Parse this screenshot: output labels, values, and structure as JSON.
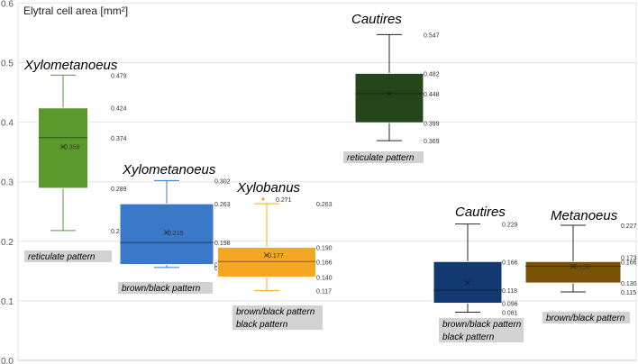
{
  "chart_data": {
    "type": "box",
    "ylabel": "Elytral cell area [mm²]",
    "ylim": [
      0,
      0.6
    ],
    "y_ticks": [
      "0.0",
      "0.1",
      "0.2",
      "0.3",
      "0.4",
      "0.5",
      "0.6"
    ],
    "grid": true,
    "series": [
      {
        "genus": "Xylometanoeus",
        "pattern": "reticulate pattern",
        "color": "#5a9a2c",
        "whisker_low": 0.218,
        "q1": 0.289,
        "median": 0.374,
        "q3": 0.424,
        "whisker_high": 0.479,
        "mean": 0.359,
        "mean_label": "×0.359",
        "labels": [
          "0.479",
          "0.424",
          "0.374",
          "0.289",
          "0.218"
        ]
      },
      {
        "genus": "Xylometanoeus",
        "pattern": "brown/black pattern",
        "color": "#3a78c8",
        "whisker_low": 0.156,
        "q1": 0.161,
        "median": 0.198,
        "q3": 0.263,
        "whisker_high": 0.302,
        "mean": 0.215,
        "mean_label": "×0.215",
        "labels": [
          "0.302",
          "0.263",
          "0.198",
          "0.161",
          "0.156"
        ]
      },
      {
        "genus": "Xylobanus",
        "pattern": "brown/black pattern\nblack pattern",
        "color": "#f5a623",
        "whisker_low": 0.117,
        "q1": 0.14,
        "median": 0.166,
        "q3": 0.19,
        "whisker_high": 0.263,
        "mean": 0.177,
        "mean_label": "×0.177",
        "outlier": 0.271,
        "labels": [
          "0.271",
          "0.263",
          "0.190",
          "0.166",
          "0.140",
          "0.117"
        ]
      },
      {
        "genus": "Cautires",
        "pattern": "reticulate pattern",
        "color": "#25451a",
        "whisker_low": 0.369,
        "q1": 0.399,
        "median": 0.448,
        "q3": 0.482,
        "whisker_high": 0.547,
        "mean": 0.448,
        "mean_label": "",
        "labels": [
          "0.547",
          "0.482",
          "0.448",
          "0.399",
          "0.369"
        ]
      },
      {
        "genus": "Cautires",
        "pattern": "brown/black pattern\nblack pattern",
        "color": "#123a70",
        "whisker_low": 0.081,
        "q1": 0.096,
        "median": 0.118,
        "q3": 0.166,
        "whisker_high": 0.229,
        "mean": 0.13,
        "mean_label": "",
        "labels": [
          "0.229",
          "0.166",
          "0.118",
          "0.096",
          "0.081"
        ]
      },
      {
        "genus": "Metanoeus",
        "pattern": "brown/black pattern",
        "color": "#7a5208",
        "whisker_low": 0.115,
        "q1": 0.13,
        "median": 0.158,
        "q3": 0.166,
        "whisker_high": 0.227,
        "mean": 0.158,
        "mean_label": "×0.158",
        "labels": [
          "0.227",
          "0.173",
          "0.166",
          "0.130",
          "0.115"
        ]
      }
    ]
  }
}
